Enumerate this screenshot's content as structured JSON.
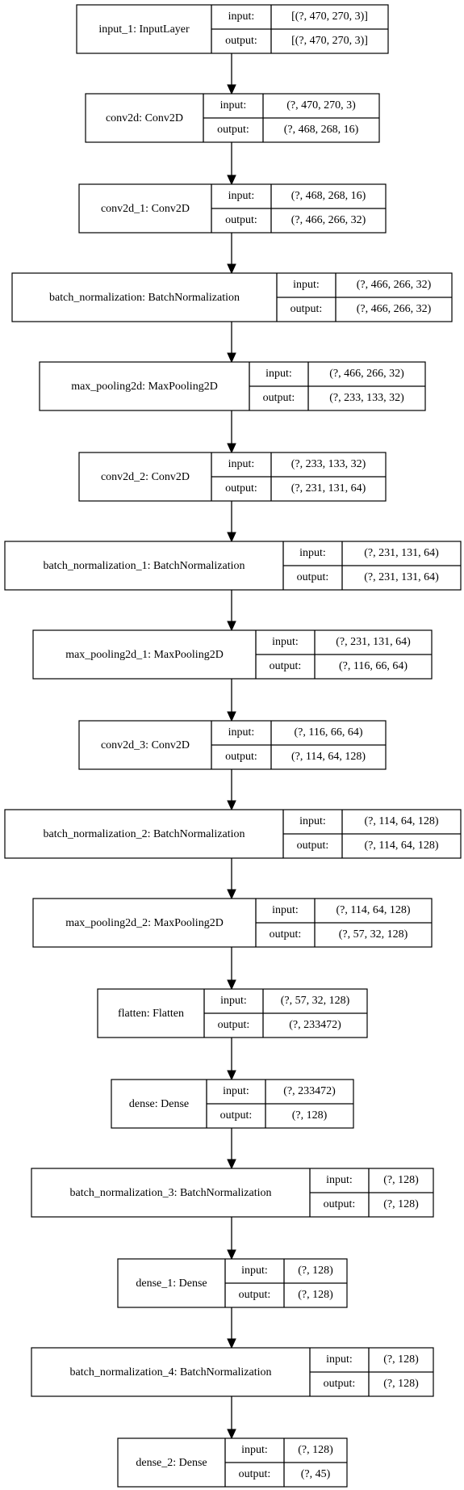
{
  "layers": [
    {
      "name": "input_1: InputLayer",
      "input": "[(?, 470, 270, 3)]",
      "output": "[(?, 470, 270, 3)]"
    },
    {
      "name": "conv2d: Conv2D",
      "input": "(?, 470, 270, 3)",
      "output": "(?, 468, 268, 16)"
    },
    {
      "name": "conv2d_1: Conv2D",
      "input": "(?, 468, 268, 16)",
      "output": "(?, 466, 266, 32)"
    },
    {
      "name": "batch_normalization: BatchNormalization",
      "input": "(?, 466, 266, 32)",
      "output": "(?, 466, 266, 32)"
    },
    {
      "name": "max_pooling2d: MaxPooling2D",
      "input": "(?, 466, 266, 32)",
      "output": "(?, 233, 133, 32)"
    },
    {
      "name": "conv2d_2: Conv2D",
      "input": "(?, 233, 133, 32)",
      "output": "(?, 231, 131, 64)"
    },
    {
      "name": "batch_normalization_1: BatchNormalization",
      "input": "(?, 231, 131, 64)",
      "output": "(?, 231, 131, 64)"
    },
    {
      "name": "max_pooling2d_1: MaxPooling2D",
      "input": "(?, 231, 131, 64)",
      "output": "(?, 116, 66, 64)"
    },
    {
      "name": "conv2d_3: Conv2D",
      "input": "(?, 116, 66, 64)",
      "output": "(?, 114, 64, 128)"
    },
    {
      "name": "batch_normalization_2: BatchNormalization",
      "input": "(?, 114, 64, 128)",
      "output": "(?, 114, 64, 128)"
    },
    {
      "name": "max_pooling2d_2: MaxPooling2D",
      "input": "(?, 114, 64, 128)",
      "output": "(?, 57, 32, 128)"
    },
    {
      "name": "flatten: Flatten",
      "input": "(?, 57, 32, 128)",
      "output": "(?, 233472)"
    },
    {
      "name": "dense: Dense",
      "input": "(?, 233472)",
      "output": "(?, 128)"
    },
    {
      "name": "batch_normalization_3: BatchNormalization",
      "input": "(?, 128)",
      "output": "(?, 128)"
    },
    {
      "name": "dense_1: Dense",
      "input": "(?, 128)",
      "output": "(?, 128)"
    },
    {
      "name": "batch_normalization_4: BatchNormalization",
      "input": "(?, 128)",
      "output": "(?, 128)"
    },
    {
      "name": "dense_2: Dense",
      "input": "(?, 128)",
      "output": "(?, 45)"
    }
  ],
  "labels": {
    "input": "input:",
    "output": "output:"
  }
}
